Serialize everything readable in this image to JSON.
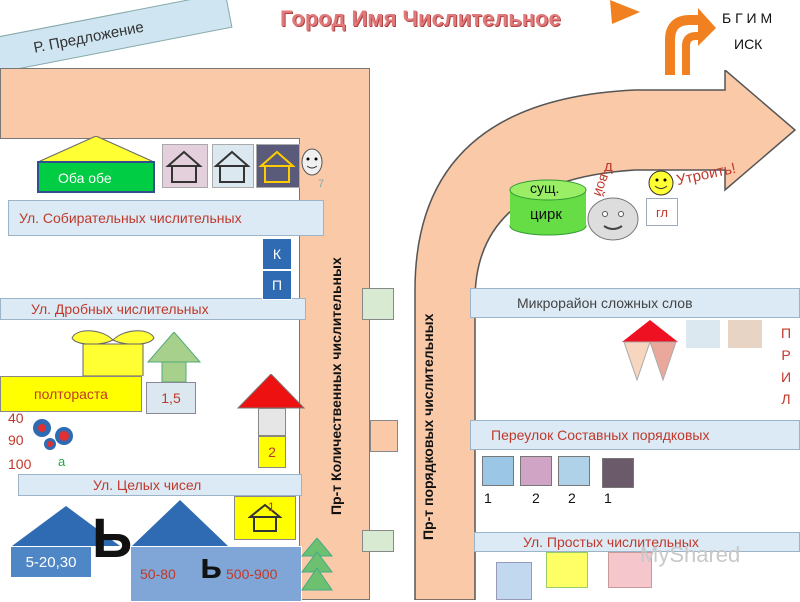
{
  "title": "Город Имя Числительное",
  "streets": {
    "predlozhenie": "Р. Предложение",
    "sobiratelnye": "Ул. Собирательных числительных",
    "drobnye": "Ул. Дробных числительных",
    "tselye": "Ул. Целых чисел",
    "kolichestvennye": "Пр-т Количественных числительных",
    "poryadkovye": "Пр-т порядковых числительных",
    "mikroraion": "Микрорайон сложных слов",
    "pereulok": "Переулок Составных порядковых",
    "prostye": "Ул. Простых числительных"
  },
  "labels": {
    "oba": "Оба обе",
    "poltorasta": "полтораста",
    "one_and_half": "1,5",
    "two": "2",
    "n40": "40",
    "n90": "90",
    "n100": "100",
    "a": "а",
    "k": "К",
    "p": "П",
    "sushch": "сущ.",
    "tsirk": "цирк",
    "d": "д",
    "voy": "вой",
    "utroit": "Утроить!",
    "gl": "гл",
    "bgim": "Б Г И М",
    "isk": "ИСК",
    "pril": [
      "П",
      "Р",
      "И",
      "Л"
    ],
    "nums": [
      "1",
      "2",
      "2",
      "1"
    ],
    "r520": "5-20,30",
    "r5080": "50-80",
    "r500900": "500-900",
    "soft1": "Ь",
    "soft2": "ь",
    "one": "1",
    "seven": "7",
    "watermark": "MyShared"
  },
  "colors": {
    "road": "#f9c9a8",
    "road_border": "#555555",
    "street_bg": "#dbeaf5",
    "accent_red": "#c0392b",
    "yellow": "#ffff00",
    "green": "#00cc44"
  }
}
